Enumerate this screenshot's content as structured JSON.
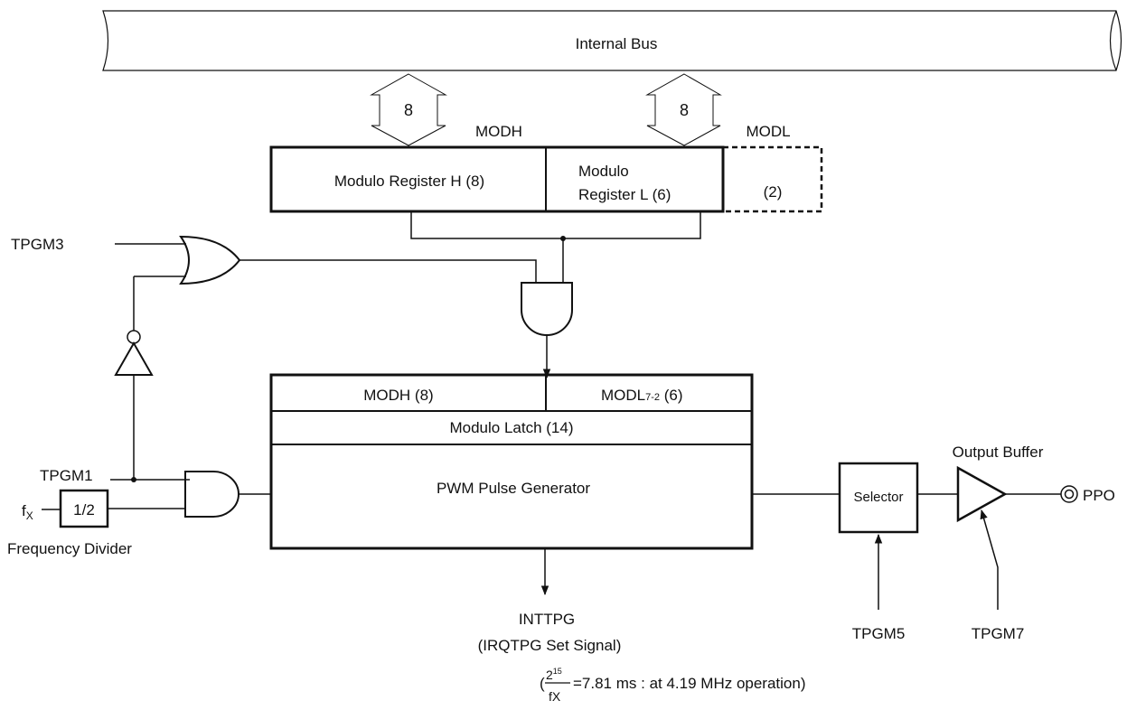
{
  "bus": {
    "label": "Internal Bus"
  },
  "bus_width": {
    "left": "8",
    "right": "8"
  },
  "registers": {
    "modh_tag": "MODH",
    "modl_tag": "MODL",
    "reg_h": "Modulo Register H (8)",
    "reg_l_line1": "Modulo",
    "reg_l_line2": "Register L (6)",
    "reg_extra": "(2)"
  },
  "latch": {
    "modh": "MODH (8)",
    "modl_main": "MODL",
    "modl_sub": "7-2",
    "modl_width": " (6)",
    "title": "Modulo Latch (14)"
  },
  "generator": {
    "label": "PWM Pulse Generator"
  },
  "signals": {
    "tpgm3": "TPGM3",
    "tpgm1": "TPGM1",
    "fx_base": "f",
    "fx_sub": "X",
    "tpgm5": "TPGM5",
    "tpgm7": "TPGM7",
    "ppo": "PPO"
  },
  "divider": {
    "value": "1/2",
    "caption": "Frequency Divider"
  },
  "selector": {
    "label": "Selector"
  },
  "output_buffer": {
    "label": "Output Buffer"
  },
  "interrupt": {
    "name": "INTTPG",
    "desc": "(IRQTPG Set Signal)"
  },
  "formula": {
    "open": "(",
    "numerator_base": "2",
    "numerator_exp": "15",
    "denominator": "fX",
    "rest": "=7.81 ms : at 4.19 MHz operation)"
  },
  "colors": {
    "line": "#111111",
    "background": "#ffffff"
  }
}
